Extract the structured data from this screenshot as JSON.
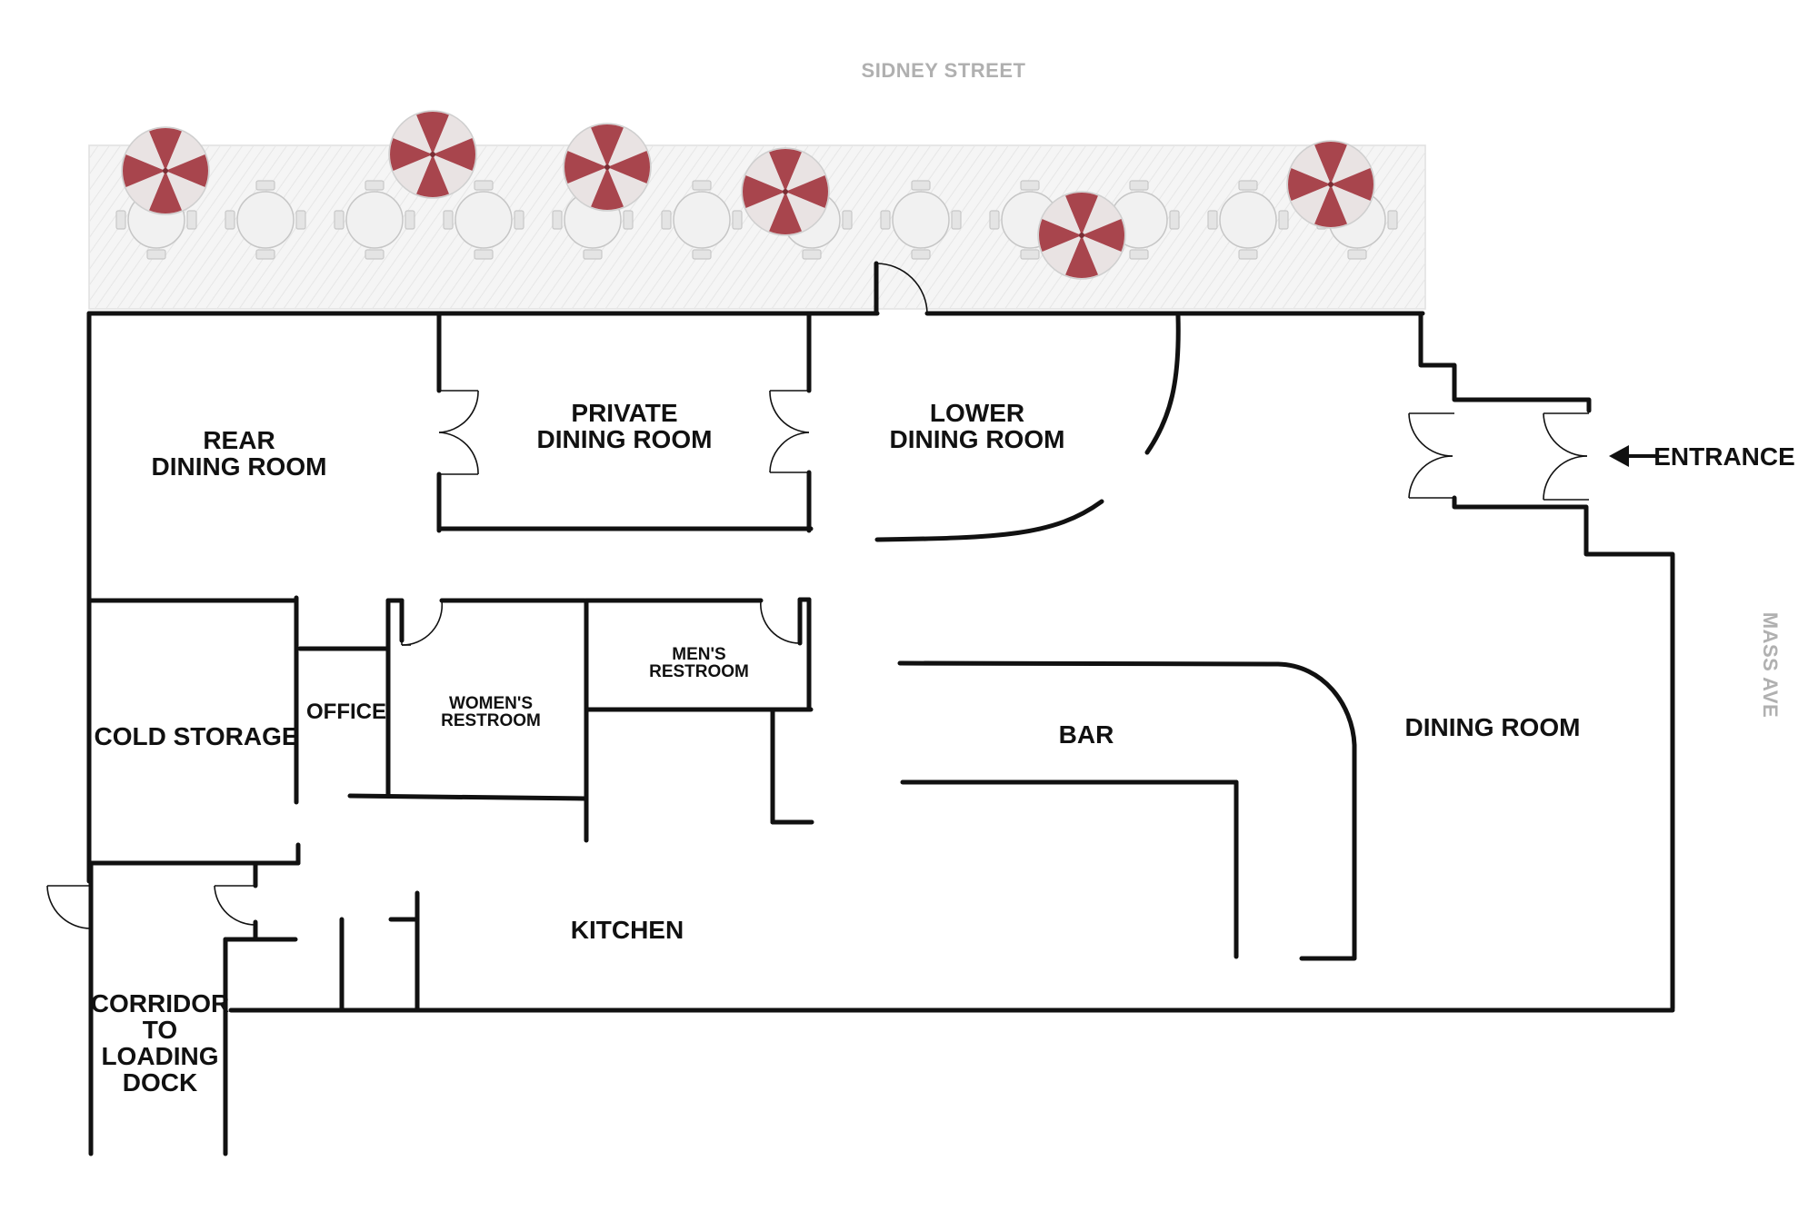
{
  "streets": {
    "top": "SIDNEY STREET",
    "right": "MASS AVE"
  },
  "rooms": {
    "rear_dining": [
      "REAR",
      "DINING ROOM"
    ],
    "private_dining": [
      "PRIVATE",
      "DINING ROOM"
    ],
    "lower_dining": [
      "LOWER",
      "DINING ROOM"
    ],
    "entrance": "ENTRANCE",
    "cold_storage": "COLD STORAGE",
    "office": "OFFICE",
    "womens_restroom": [
      "WOMEN'S",
      "RESTROOM"
    ],
    "mens_restroom": [
      "MEN'S",
      "RESTROOM"
    ],
    "bar": "BAR",
    "dining_room": "DINING ROOM",
    "kitchen": "KITCHEN",
    "corridor": [
      "CORRIDOR",
      "TO",
      "LOADING",
      "DOCK"
    ]
  },
  "colors": {
    "umbrella_red": "#a8454d",
    "umbrella_light": "#e9e3e3",
    "walls": "#111111",
    "street_text": "#b0b0b0"
  },
  "icons": [
    "umbrella-icon",
    "cafe-table-icon",
    "arrow-left-icon",
    "door-swing-icon"
  ]
}
